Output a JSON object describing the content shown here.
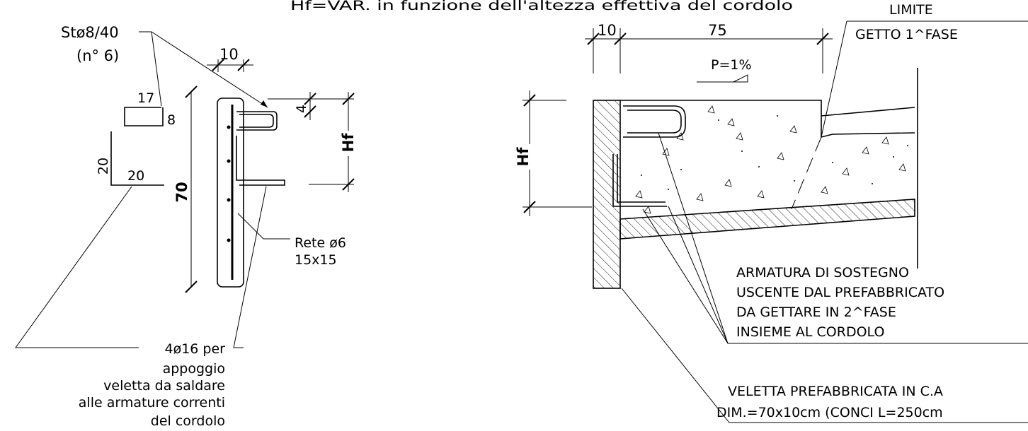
{
  "title_note": "Hf=VAR. in funzione dell'altezza effettiva del cordolo",
  "left_detail": {
    "stirrup_label": "Stø8/40",
    "stirrup_count": "(n° 6)",
    "stirrup_dim_width": "17",
    "stirrup_dim_height": "8",
    "angle_leg_vertical": "20",
    "angle_leg_horizontal": "20",
    "dim_top": "10",
    "dim_total_height": "70",
    "dim_small": "4",
    "dim_hf": "Hf",
    "mesh_line1": "Rete ø6",
    "mesh_line2": "15x15",
    "bars_note": [
      "4ø16 per",
      "appoggio",
      "veletta da saldare",
      "alle armature correnti",
      "del cordolo"
    ]
  },
  "right_detail": {
    "dim_left": "10",
    "dim_top": "75",
    "slope": "P=1%",
    "dim_hf": "Hf",
    "limit_line1": "LIMITE",
    "limit_line2": "GETTO 1^FASE",
    "support_note": [
      "ARMATURA DI SOSTEGNO",
      "USCENTE DAL PREFABBRICATO",
      "DA GETTARE IN 2^FASE",
      "INSIEME AL CORDOLO"
    ],
    "panel_note": [
      "VELETTA PREFABBRICATA IN C.A",
      "DIM.=70x10cm (CONCI L=250cm"
    ]
  }
}
